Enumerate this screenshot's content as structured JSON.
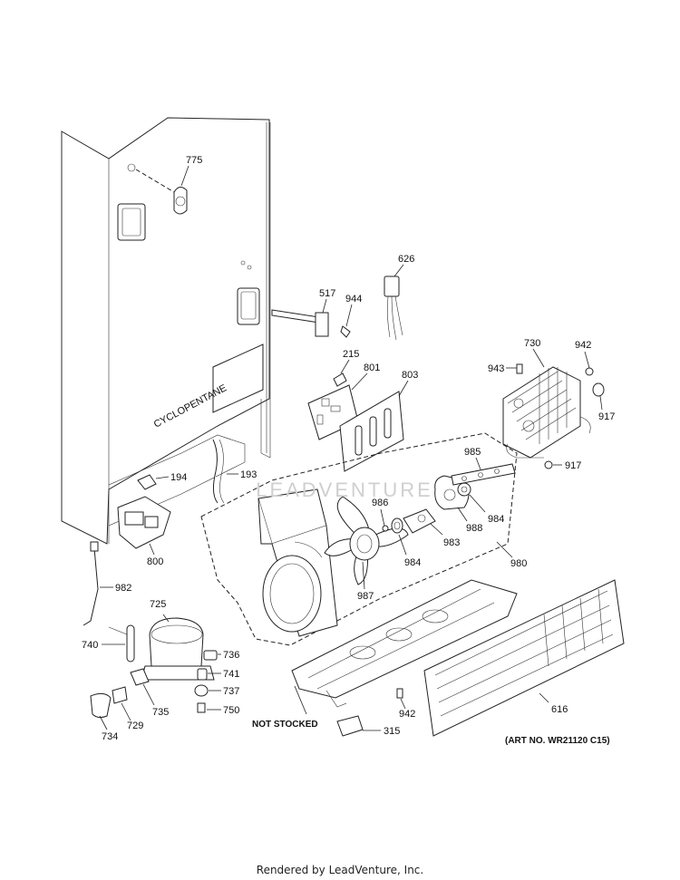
{
  "labels": {
    "p775": "775",
    "p626": "626",
    "p517": "517",
    "p944": "944",
    "p215": "215",
    "p801": "801",
    "p803": "803",
    "p730": "730",
    "p942a": "942",
    "p943": "943",
    "p917a": "917",
    "p917b": "917",
    "p985": "985",
    "p986": "986",
    "p988": "988",
    "p984a": "984",
    "p984b": "984",
    "p983": "983",
    "p980": "980",
    "p987": "987",
    "p194": "194",
    "p193": "193",
    "p800": "800",
    "p982": "982",
    "p725": "725",
    "p740": "740",
    "p736": "736",
    "p741": "741",
    "p737": "737",
    "p750": "750",
    "p735": "735",
    "p729": "729",
    "p734": "734",
    "p942b": "942",
    "p315": "315",
    "p616": "616"
  },
  "cabinet_text": "CYCLOPENTANE",
  "not_stocked": "NOT STOCKED",
  "art_no": "(ART NO. WR21120 C15)",
  "watermark": "LEADVENTURE",
  "footer": "Rendered by LeadVenture, Inc."
}
